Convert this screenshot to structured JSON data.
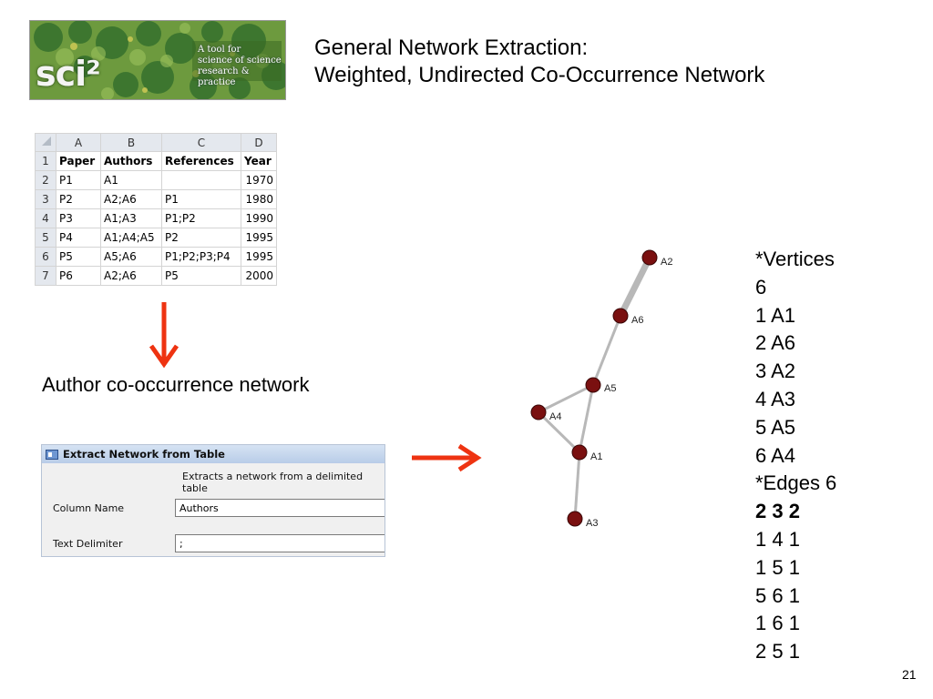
{
  "logo": {
    "tagline": [
      "A tool for",
      "science of science",
      "research & practice"
    ],
    "brand": "sci²"
  },
  "title": {
    "line1": "General Network Extraction:",
    "line2": "Weighted, Undirected Co-Occurrence Network"
  },
  "spreadsheet": {
    "column_letters": [
      "A",
      "B",
      "C",
      "D"
    ],
    "row_numbers": [
      "1",
      "2",
      "3",
      "4",
      "5",
      "6",
      "7"
    ],
    "rows": [
      [
        "Paper",
        "Authors",
        "References",
        "Year"
      ],
      [
        "P1",
        "A1",
        "",
        "1970"
      ],
      [
        "P2",
        "A2;A6",
        "P1",
        "1980"
      ],
      [
        "P3",
        "A1;A3",
        "P1;P2",
        "1990"
      ],
      [
        "P4",
        "A1;A4;A5",
        "P2",
        "1995"
      ],
      [
        "P5",
        "A5;A6",
        "P1;P2;P3;P4",
        "1995"
      ],
      [
        "P6",
        "A2;A6",
        "P5",
        "2000"
      ]
    ]
  },
  "caption": "Author co-occurrence network",
  "dialog": {
    "title": "Extract Network from Table",
    "description": "Extracts a network from a delimited table",
    "column_name_label": "Column Name",
    "column_name_value": "Authors",
    "text_delimiter_label": "Text Delimiter",
    "text_delimiter_value": ";"
  },
  "network": {
    "node_labels": [
      "A2",
      "A6",
      "A5",
      "A4",
      "A1",
      "A3"
    ],
    "node_color": "#7a1010",
    "edge_color": "#b8b8b8"
  },
  "pajek": {
    "lines": [
      "*Vertices",
      "6",
      "1 A1",
      "2 A6",
      "3 A2",
      "4 A3",
      "5 A5",
      "6 A4",
      "*Edges 6"
    ],
    "bold_line": "2 3 2",
    "edge_lines": [
      "1 4 1",
      "1 5 1",
      "5 6 1",
      "1 6 1",
      "2 5 1"
    ]
  },
  "arrow_color": "#ee3311",
  "page_number": "21"
}
